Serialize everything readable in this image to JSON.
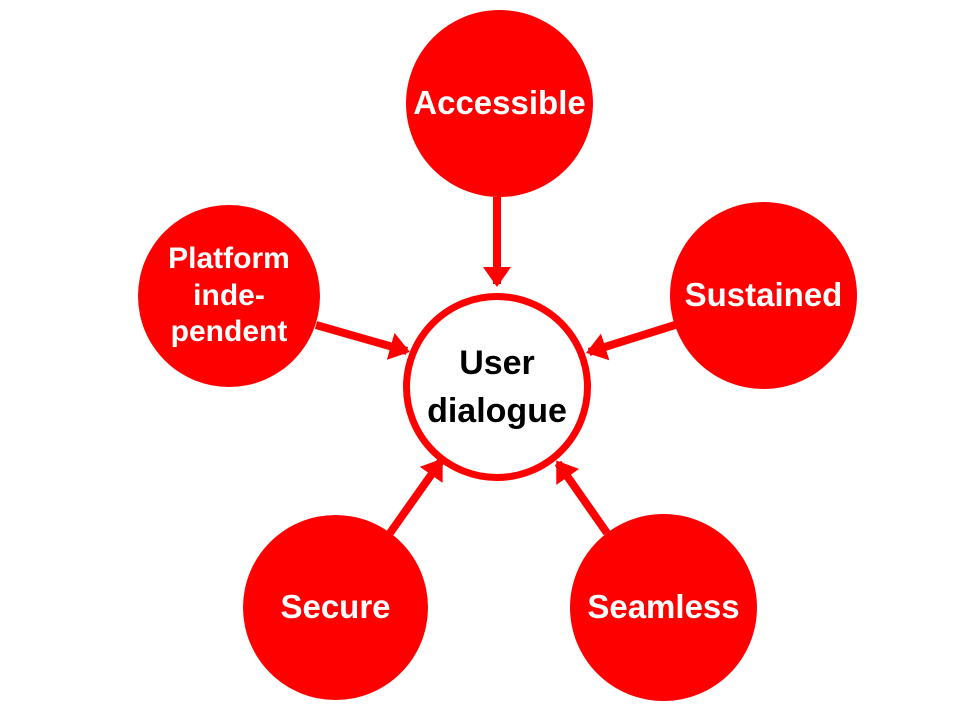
{
  "diagram": {
    "center": {
      "id": "user-dialogue",
      "label": "User\ndialogue"
    },
    "satellites": [
      {
        "id": "accessible",
        "label": "Accessible"
      },
      {
        "id": "platform-independent",
        "label": "Platform\ninde-\npendent"
      },
      {
        "id": "sustained",
        "label": "Sustained"
      },
      {
        "id": "secure",
        "label": "Secure"
      },
      {
        "id": "seamless",
        "label": "Seamless"
      }
    ],
    "connections": [
      {
        "from": "accessible",
        "to": "user-dialogue"
      },
      {
        "from": "platform-independent",
        "to": "user-dialogue"
      },
      {
        "from": "sustained",
        "to": "user-dialogue"
      },
      {
        "from": "secure",
        "to": "user-dialogue"
      },
      {
        "from": "seamless",
        "to": "user-dialogue"
      }
    ],
    "colors": {
      "node_fill": "#ff0000",
      "node_text": "#ffffff",
      "center_fill": "#ffffff",
      "center_border": "#ff0000",
      "center_text": "#000000",
      "arrow": "#ff0000",
      "page_bg": "#ffffff"
    }
  }
}
